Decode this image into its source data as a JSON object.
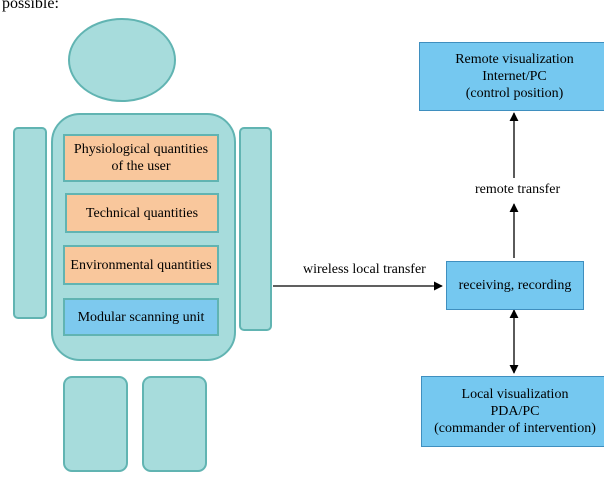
{
  "top_partial_text": "possible:",
  "body_boxes": {
    "physiological": [
      "Physiological quantities",
      "of the user"
    ],
    "technical": "Technical quantities",
    "environmental": "Environmental quantities",
    "scanning": "Modular scanning unit"
  },
  "right_boxes": {
    "remote": [
      "Remote visualization",
      "Internet/PC",
      "(control position)"
    ],
    "receiving": "receiving, recording",
    "local": [
      "Local visualization",
      "PDA/PC",
      "(commander of intervention)"
    ]
  },
  "labels": {
    "wireless": "wireless local transfer",
    "remote_transfer": "remote transfer"
  },
  "colors": {
    "figure_fill": "#a7dcdc",
    "figure_stroke": "#61b4b2",
    "quantity_fill": "#f9c79c",
    "unit_fill": "#7dc9ee",
    "station_fill": "#75c8f0"
  }
}
